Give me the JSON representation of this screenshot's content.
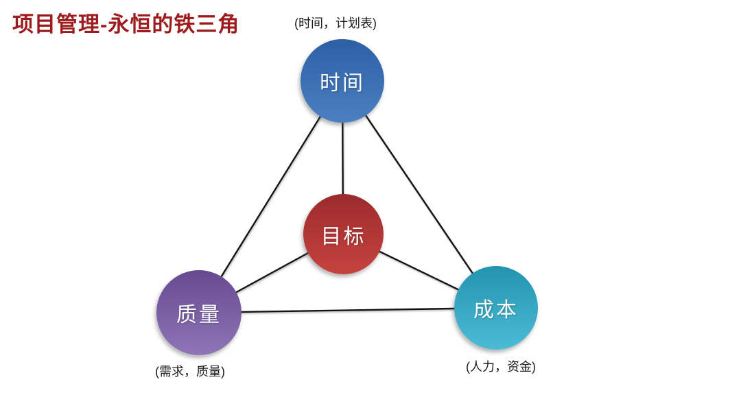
{
  "title": {
    "text": "项目管理-永恒的铁三角",
    "color": "#9e1b1d"
  },
  "diagram": {
    "type": "triangle-relationship",
    "line_color": "#141414",
    "nodes": [
      {
        "id": "time",
        "label": "时间",
        "annotation": "(时间，计划表)",
        "color_top": "#2d5fa5",
        "color_bottom": "#4a80c1",
        "position": "top"
      },
      {
        "id": "goal",
        "label": "目标",
        "annotation": "",
        "color_top": "#9c2b2d",
        "color_bottom": "#c5433e",
        "position": "center"
      },
      {
        "id": "quality",
        "label": "质量",
        "annotation": "(需求，质量)",
        "color_top": "#67498f",
        "color_bottom": "#8f75b7",
        "position": "bottom-left"
      },
      {
        "id": "cost",
        "label": "成本",
        "annotation": "(人力，资金)",
        "color_top": "#2394b0",
        "color_bottom": "#4cbbd6",
        "position": "bottom-right"
      }
    ],
    "edges": [
      {
        "from": "time",
        "to": "quality"
      },
      {
        "from": "time",
        "to": "cost"
      },
      {
        "from": "quality",
        "to": "cost"
      },
      {
        "from": "goal",
        "to": "time"
      },
      {
        "from": "goal",
        "to": "quality"
      },
      {
        "from": "goal",
        "to": "cost"
      }
    ]
  }
}
